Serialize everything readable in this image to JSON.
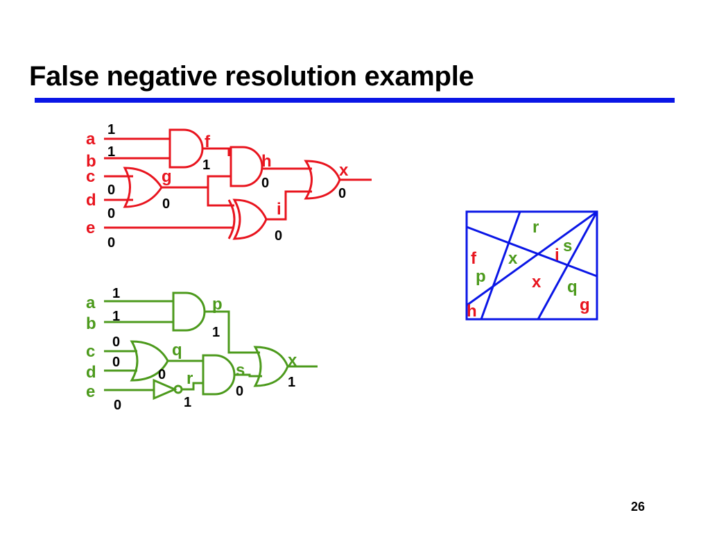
{
  "slide": {
    "title": "False negative resolution example",
    "page_number": "26"
  },
  "colors": {
    "red_circuit": "#e8141e",
    "green_circuit": "#4c9a1c",
    "blue_rule": "#0a16e6",
    "values": "#000000"
  },
  "circuit_red": {
    "inputs": {
      "a": "a",
      "b": "b",
      "c": "c",
      "d": "d",
      "e": "e"
    },
    "input_values": {
      "a": "1",
      "b": "1",
      "c": "0",
      "d": "0",
      "e": "0"
    },
    "gates": {
      "f": {
        "label": "f",
        "type": "AND",
        "value": "1"
      },
      "g": {
        "label": "g",
        "type": "OR",
        "value": "0"
      },
      "h": {
        "label": "h",
        "type": "AND",
        "value": "0"
      },
      "i": {
        "label": "i",
        "type": "XOR",
        "value": "0"
      },
      "x": {
        "label": "x",
        "type": "OR",
        "value": "0"
      }
    }
  },
  "circuit_green": {
    "inputs": {
      "a": "a",
      "b": "b",
      "c": "c",
      "d": "d",
      "e": "e"
    },
    "input_values": {
      "a": "1",
      "b": "1",
      "c": "0",
      "d": "0",
      "e": "0"
    },
    "gates": {
      "p": {
        "label": "p",
        "type": "AND",
        "value": "1"
      },
      "q": {
        "label": "q",
        "type": "OR",
        "value": "0"
      },
      "r": {
        "label": "r",
        "type": "NOT",
        "value": "1"
      },
      "s": {
        "label": "s",
        "type": "AND",
        "value": "0"
      },
      "x": {
        "label": "x",
        "type": "OR",
        "value": "1"
      }
    }
  },
  "layout_map": {
    "regions": {
      "r": "r",
      "s": "s",
      "i": "i",
      "f": "f",
      "x_green": "x",
      "x_red": "x",
      "p": "p",
      "q": "q",
      "h": "h",
      "g": "g"
    }
  }
}
